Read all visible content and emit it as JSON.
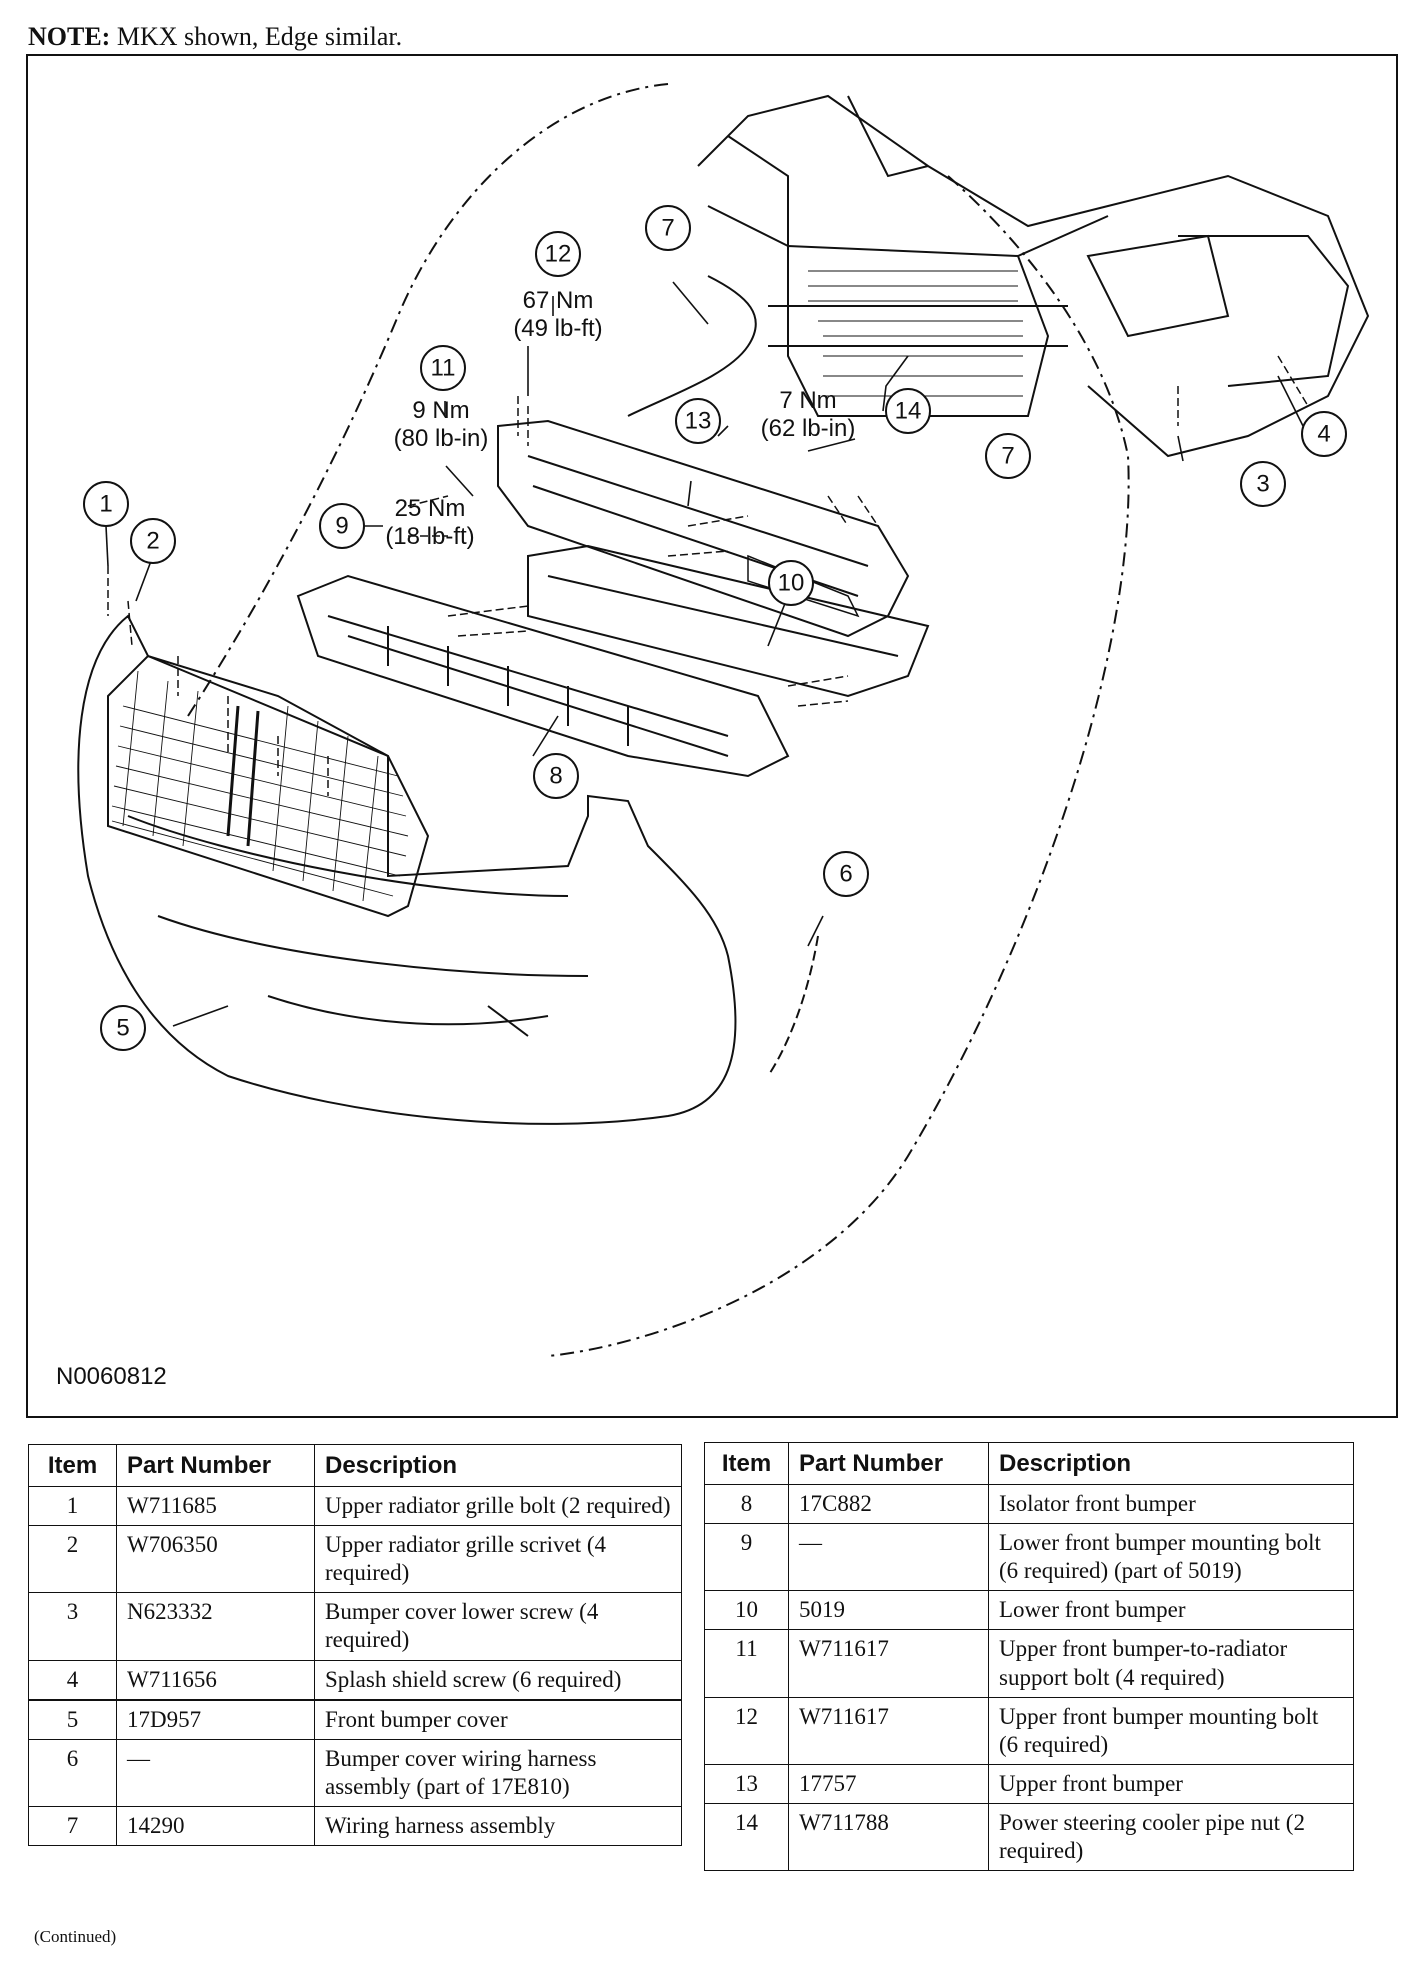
{
  "note": {
    "label": "NOTE:",
    "text": "MKX shown, Edge similar."
  },
  "diagram": {
    "figure_id": "N0060812",
    "callouts": [
      "1",
      "2",
      "3",
      "4",
      "5",
      "6",
      "7",
      "7",
      "8",
      "9",
      "10",
      "11",
      "12",
      "13",
      "14"
    ],
    "torques": {
      "c12": [
        "67 Nm",
        "(49 lb-ft)"
      ],
      "c11": [
        "9 Nm",
        "(80 lb-in)"
      ],
      "c14": [
        "7 Nm",
        "(62 lb-in)"
      ],
      "c9": [
        "25 Nm",
        "(18 lb-ft)"
      ]
    }
  },
  "tables": {
    "headers": [
      "Item",
      "Part Number",
      "Description"
    ],
    "left": [
      {
        "item": "1",
        "part": "W711685",
        "desc": "Upper radiator grille bolt (2 required)"
      },
      {
        "item": "2",
        "part": "W706350",
        "desc": "Upper radiator grille scrivet (4 required)"
      },
      {
        "item": "3",
        "part": "N623332",
        "desc": "Bumper cover lower screw (4 required)"
      },
      {
        "item": "4",
        "part": "W711656",
        "desc": "Splash shield screw (6 required)"
      },
      {
        "item": "5",
        "part": "17D957",
        "desc": "Front bumper cover"
      },
      {
        "item": "6",
        "part": "—",
        "desc": "Bumper cover wiring harness assembly (part of 17E810)"
      },
      {
        "item": "7",
        "part": "14290",
        "desc": "Wiring harness assembly"
      }
    ],
    "right": [
      {
        "item": "8",
        "part": "17C882",
        "desc": "Isolator front bumper"
      },
      {
        "item": "9",
        "part": "—",
        "desc": "Lower front bumper mounting bolt (6 required) (part of 5019)"
      },
      {
        "item": "10",
        "part": "5019",
        "desc": "Lower front bumper"
      },
      {
        "item": "11",
        "part": "W711617",
        "desc": "Upper front bumper-to-radiator support bolt (4 required)"
      },
      {
        "item": "12",
        "part": "W711617",
        "desc": "Upper front bumper mounting bolt (6 required)"
      },
      {
        "item": "13",
        "part": "17757",
        "desc": "Upper front bumper"
      },
      {
        "item": "14",
        "part": "W711788",
        "desc": "Power steering cooler pipe nut (2 required)"
      }
    ]
  },
  "continued": "(Continued)"
}
